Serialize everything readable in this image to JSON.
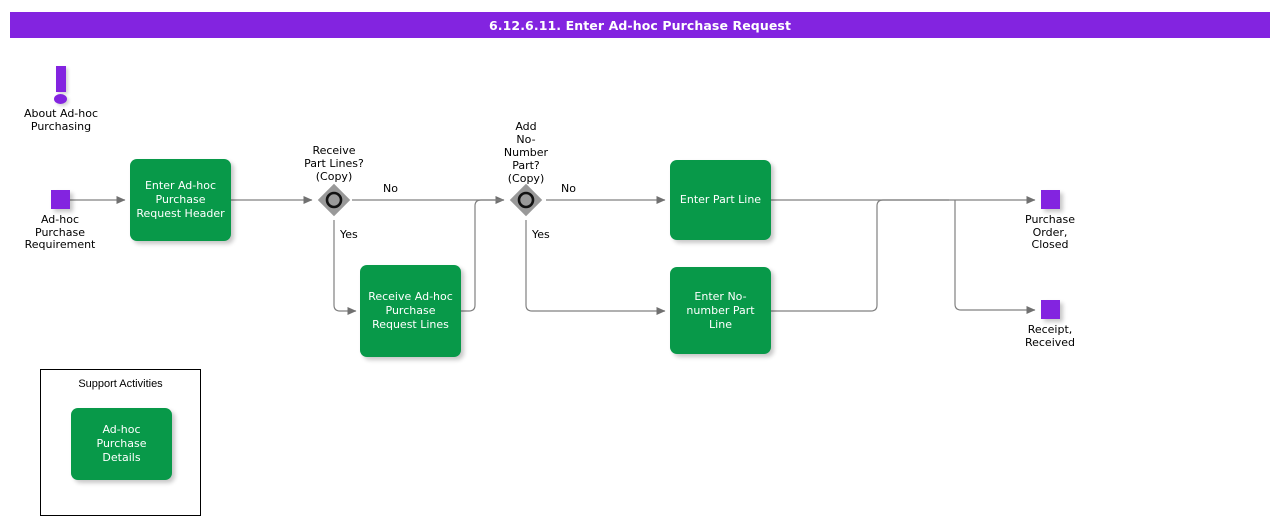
{
  "header": {
    "title": "6.12.6.11. Enter Ad-hoc Purchase Request",
    "background_color": "#8324E0",
    "text_color": "#FFFFFF"
  },
  "colors": {
    "activity_green": "#089949",
    "terminator_purple": "#8324E0",
    "gateway_gray": "#999999",
    "edge_gray": "#808080",
    "canvas_background": "#FFFFFF"
  },
  "diagram": {
    "type": "bpmn-process-flow",
    "notes": [
      {
        "id": "note-about",
        "icon": "exclamation-mark-icon",
        "label": "About Ad-hoc\nPurchasing"
      }
    ],
    "terminators": [
      {
        "id": "start-adhoc-purchase-requirement",
        "kind": "start",
        "label": "Ad-hoc\nPurchase\nRequirement"
      },
      {
        "id": "end-purchase-order-closed",
        "kind": "end",
        "label": "Purchase\nOrder,\nClosed"
      },
      {
        "id": "end-receipt-received",
        "kind": "end",
        "label": "Receipt,\nReceived"
      }
    ],
    "activities": [
      {
        "id": "enter-adhoc-purchase-request-header",
        "label": "Enter Ad-hoc\nPurchase\nRequest Header"
      },
      {
        "id": "receive-adhoc-purchase-request-lines",
        "label": "Receive Ad-hoc\nPurchase\nRequest Lines"
      },
      {
        "id": "enter-part-line",
        "label": "Enter Part Line"
      },
      {
        "id": "enter-no-number-part-line",
        "label": "Enter No-\nnumber Part\nLine"
      }
    ],
    "gateways": [
      {
        "id": "receive-part-lines-copy",
        "label": "Receive\nPart Lines?\n(Copy)",
        "branches": [
          {
            "label": "No"
          },
          {
            "label": "Yes"
          }
        ]
      },
      {
        "id": "add-no-number-part-copy",
        "label": "Add\nNo-\nNumber\nPart?\n(Copy)",
        "branches": [
          {
            "label": "No"
          },
          {
            "label": "Yes"
          }
        ]
      }
    ],
    "groups": [
      {
        "id": "support-activities",
        "title": "Support Activities",
        "activities": [
          {
            "id": "adhoc-purchase-details",
            "label": "Ad-hoc Purchase\nDetails"
          }
        ]
      }
    ]
  }
}
